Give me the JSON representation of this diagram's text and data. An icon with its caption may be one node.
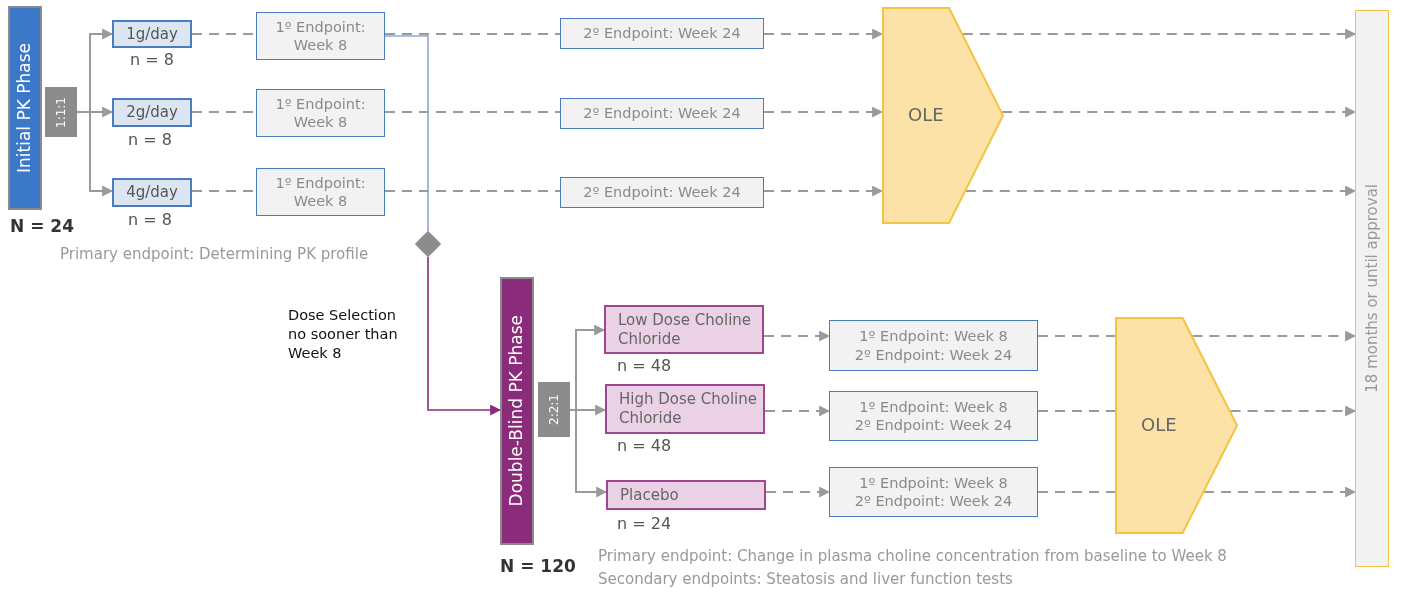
{
  "diagram": {
    "nodes": [
      {
        "text": [
          "Initial PK Phase"
        ],
        "beside": [
          "N = 24"
        ]
      },
      {
        "text": [
          "1:1:1"
        ]
      },
      {
        "text": [
          "1g/day"
        ],
        "beside": [
          "n = 8"
        ]
      },
      {
        "text": [
          "2g/day"
        ],
        "beside": [
          "n = 8"
        ]
      },
      {
        "text": [
          "4g/day"
        ],
        "beside": [
          "n = 8"
        ]
      },
      {
        "text": [
          "1º Endpoint: Week 8"
        ]
      },
      {
        "text": [
          "1º Endpoint: Week 8"
        ]
      },
      {
        "text": [
          "1º Endpoint: Week 8"
        ]
      },
      {
        "text": [
          "2º Endpoint: Week 24"
        ]
      },
      {
        "text": [
          "2º Endpoint: Week 24"
        ]
      },
      {
        "text": [
          "2º Endpoint: Week 24"
        ]
      },
      {
        "text": [
          "OLE"
        ]
      },
      {
        "text": [
          "18 months or until approval"
        ]
      },
      {
        "text": [],
        "shape": "diamond"
      },
      {
        "text": [
          "Double-Blind PK Phase"
        ],
        "beside": [
          "N = 120"
        ]
      },
      {
        "text": [
          "2:2:1"
        ]
      },
      {
        "text": [
          "Low Dose Choline Chloride"
        ],
        "beside": [
          "n = 48"
        ]
      },
      {
        "text": [
          "High Dose Choline Chloride"
        ],
        "beside": [
          "n = 48"
        ]
      },
      {
        "text": [
          "Placebo"
        ],
        "beside": [
          "n = 24"
        ]
      },
      {
        "text": [
          "1º Endpoint: Week 8",
          "2º Endpoint: Week 24"
        ]
      },
      {
        "text": [
          "1º Endpoint: Week 8",
          "2º Endpoint: Week 24"
        ]
      },
      {
        "text": [
          "1º Endpoint: Week 8",
          "2º Endpoint: Week 24"
        ]
      },
      {
        "text": [
          "OLE"
        ]
      }
    ],
    "edges": [
      {
        "from": 1,
        "to": 2,
        "arrow": "to"
      },
      {
        "from": 1,
        "to": 3,
        "arrow": "to"
      },
      {
        "from": 1,
        "to": 4,
        "arrow": "to"
      },
      {
        "from": 2,
        "to": 5,
        "arrow": "none",
        "style": "dashed"
      },
      {
        "from": 3,
        "to": 6,
        "arrow": "none",
        "style": "dashed"
      },
      {
        "from": 4,
        "to": 7,
        "arrow": "none",
        "style": "dashed"
      },
      {
        "from": 5,
        "to": 8,
        "arrow": "none",
        "style": "dashed"
      },
      {
        "from": 6,
        "to": 9,
        "arrow": "none",
        "style": "dashed"
      },
      {
        "from": 7,
        "to": 10,
        "arrow": "none",
        "style": "dashed"
      },
      {
        "from": 8,
        "to": 11,
        "arrow": "to",
        "style": "dashed"
      },
      {
        "from": 9,
        "to": 11,
        "arrow": "to",
        "style": "dashed"
      },
      {
        "from": 10,
        "to": 11,
        "arrow": "to",
        "style": "dashed"
      },
      {
        "from": 11,
        "to": 12,
        "arrow": "to",
        "style": "dashed"
      },
      {
        "from": 11,
        "to": 12,
        "arrow": "to",
        "style": "dashed"
      },
      {
        "from": 11,
        "to": 12,
        "arrow": "to",
        "style": "dashed"
      },
      {
        "from": 5,
        "to": 13,
        "arrow": "none",
        "color": "#8eaad0"
      },
      {
        "from": 13,
        "to": 14,
        "arrow": "to",
        "color": "#8b2c7a",
        "label": "Dose Selection no sooner than Week 8"
      },
      {
        "from": 15,
        "to": 16,
        "arrow": "to"
      },
      {
        "from": 15,
        "to": 17,
        "arrow": "to"
      },
      {
        "from": 15,
        "to": 18,
        "arrow": "to"
      },
      {
        "from": 16,
        "to": 19,
        "arrow": "to",
        "style": "dashed"
      },
      {
        "from": 17,
        "to": 20,
        "arrow": "to",
        "style": "dashed"
      },
      {
        "from": 18,
        "to": 21,
        "arrow": "to",
        "style": "dashed"
      },
      {
        "from": 19,
        "to": 22,
        "arrow": "none",
        "style": "dashed"
      },
      {
        "from": 20,
        "to": 22,
        "arrow": "none",
        "style": "dashed"
      },
      {
        "from": 21,
        "to": 22,
        "arrow": "none",
        "style": "dashed"
      },
      {
        "from": 22,
        "to": 12,
        "arrow": "to",
        "style": "dashed"
      },
      {
        "from": 22,
        "to": 12,
        "arrow": "to",
        "style": "dashed"
      },
      {
        "from": 22,
        "to": 12,
        "arrow": "to",
        "style": "dashed"
      }
    ],
    "labels": [
      "Primary endpoint: Determining PK profile",
      "Primary endpoint: Change in plasma choline concentration from baseline to Week 8",
      "Secondary endpoints: Steatosis and liver function tests"
    ]
  }
}
